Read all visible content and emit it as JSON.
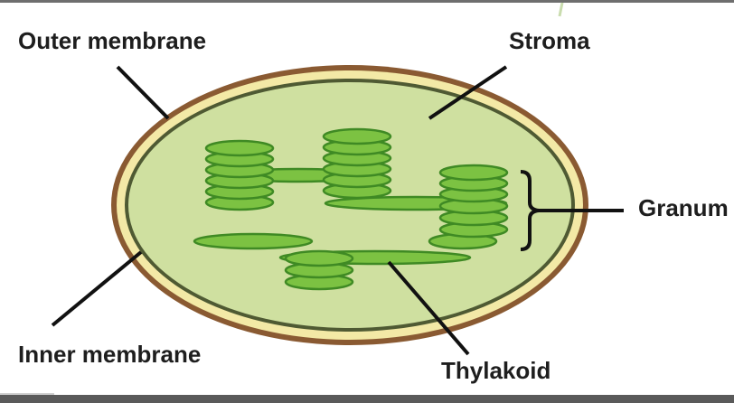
{
  "diagram": {
    "labels": {
      "outer_membrane": "Outer membrane",
      "stroma": "Stroma",
      "granum": "Granum",
      "inner_membrane": "Inner membrane",
      "thylakoid": "Thylakoid"
    },
    "colors": {
      "outer_membrane": "#8a5a32",
      "intermembrane_space": "#f3e9a6",
      "inner_membrane": "#4f5a33",
      "stroma": "#cfe0a0",
      "thylakoid_fill": "#7cc242",
      "thylakoid_edge": "#3f8a24",
      "leader_line": "#111111",
      "label_text": "#1e1e1e"
    }
  }
}
